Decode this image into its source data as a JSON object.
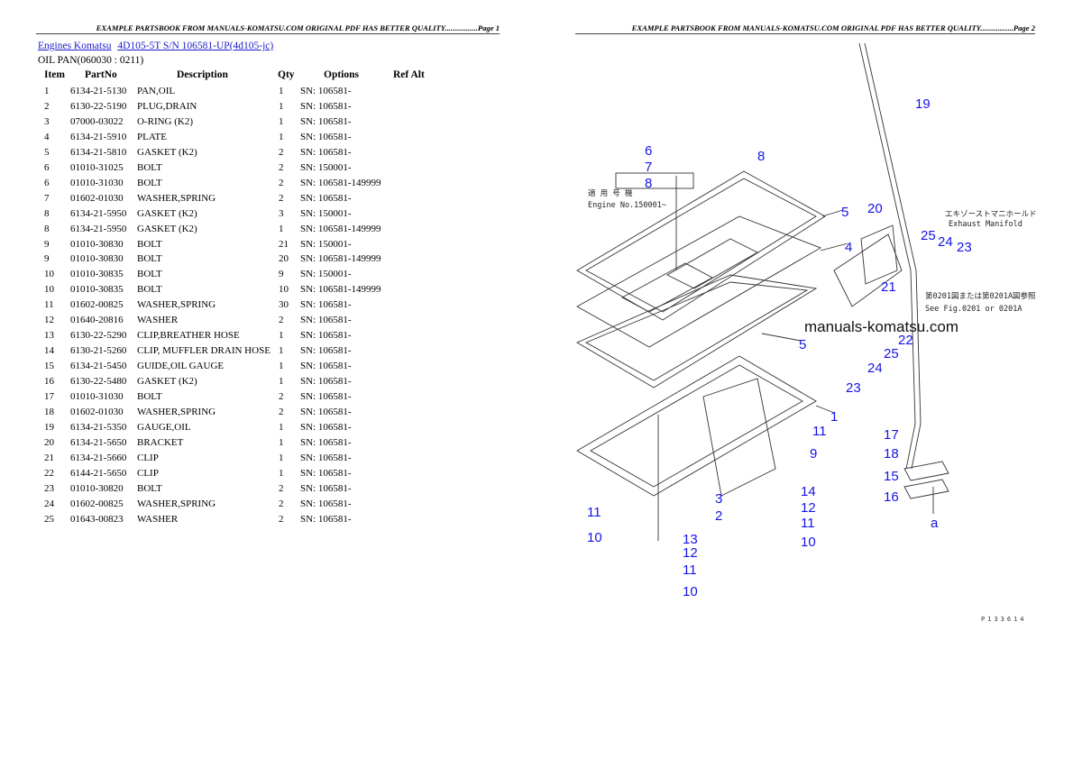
{
  "page1": {
    "header": "EXAMPLE PARTSBOOK FROM MANUALS-KOMATSU.COM ORIGINAL PDF HAS BETTER QUALITY.................Page 1",
    "breadcrumb": [
      "Engines Komatsu",
      "4D105-5T S/N 106581-UP(4d105-jc)"
    ],
    "section": "OIL PAN(060030 : 0211)",
    "columns": {
      "item": "Item",
      "partno": "PartNo",
      "description": "Description",
      "qty": "Qty",
      "options": "Options",
      "refalt": "Ref Alt"
    },
    "rows": [
      [
        "1",
        "6134-21-5130",
        "PAN,OIL",
        "1",
        "SN: 106581-"
      ],
      [
        "2",
        "6130-22-5190",
        "PLUG,DRAIN",
        "1",
        "SN: 106581-"
      ],
      [
        "3",
        "07000-03022",
        "O-RING (K2)",
        "1",
        "SN: 106581-"
      ],
      [
        "4",
        "6134-21-5910",
        "PLATE",
        "1",
        "SN: 106581-"
      ],
      [
        "5",
        "6134-21-5810",
        "GASKET (K2)",
        "2",
        "SN: 106581-"
      ],
      [
        "6",
        "01010-31025",
        "BOLT",
        "2",
        "SN: 150001-"
      ],
      [
        "6",
        "01010-31030",
        "BOLT",
        "2",
        "SN: 106581-149999"
      ],
      [
        "7",
        "01602-01030",
        "WASHER,SPRING",
        "2",
        "SN: 106581-"
      ],
      [
        "8",
        "6134-21-5950",
        "GASKET (K2)",
        "3",
        "SN: 150001-"
      ],
      [
        "8",
        "6134-21-5950",
        "GASKET (K2)",
        "1",
        "SN: 106581-149999"
      ],
      [
        "9",
        "01010-30830",
        "BOLT",
        "21",
        "SN: 150001-"
      ],
      [
        "9",
        "01010-30830",
        "BOLT",
        "20",
        "SN: 106581-149999"
      ],
      [
        "10",
        "01010-30835",
        "BOLT",
        "9",
        "SN: 150001-"
      ],
      [
        "10",
        "01010-30835",
        "BOLT",
        "10",
        "SN: 106581-149999"
      ],
      [
        "11",
        "01602-00825",
        "WASHER,SPRING",
        "30",
        "SN: 106581-"
      ],
      [
        "12",
        "01640-20816",
        "WASHER",
        "2",
        "SN: 106581-"
      ],
      [
        "13",
        "6130-22-5290",
        "CLIP,BREATHER HOSE",
        "1",
        "SN: 106581-"
      ],
      [
        "14",
        "6130-21-5260",
        "CLIP, MUFFLER DRAIN HOSE",
        "1",
        "SN: 106581-"
      ],
      [
        "15",
        "6134-21-5450",
        "GUIDE,OIL GAUGE",
        "1",
        "SN: 106581-"
      ],
      [
        "16",
        "6130-22-5480",
        "GASKET (K2)",
        "1",
        "SN: 106581-"
      ],
      [
        "17",
        "01010-31030",
        "BOLT",
        "2",
        "SN: 106581-"
      ],
      [
        "18",
        "01602-01030",
        "WASHER,SPRING",
        "2",
        "SN: 106581-"
      ],
      [
        "19",
        "6134-21-5350",
        "GAUGE,OIL",
        "1",
        "SN: 106581-"
      ],
      [
        "20",
        "6134-21-5650",
        "BRACKET",
        "1",
        "SN: 106581-"
      ],
      [
        "21",
        "6134-21-5660",
        "CLIP",
        "1",
        "SN: 106581-"
      ],
      [
        "22",
        "6144-21-5650",
        "CLIP",
        "1",
        "SN: 106581-"
      ],
      [
        "23",
        "01010-30820",
        "BOLT",
        "2",
        "SN: 106581-"
      ],
      [
        "24",
        "01602-00825",
        "WASHER,SPRING",
        "2",
        "SN: 106581-"
      ],
      [
        "25",
        "01643-00823",
        "WASHER",
        "2",
        "SN: 106581-"
      ]
    ]
  },
  "page2": {
    "header": "EXAMPLE PARTSBOOK FROM MANUALS-KOMATSU.COM ORIGINAL PDF HAS BETTER QUALITY.................Page 2",
    "diagram": {
      "callouts": [
        "19",
        "6",
        "8",
        "7",
        "8",
        "5",
        "20",
        "25",
        "24",
        "23",
        "4",
        "21",
        "5",
        "22",
        "25",
        "24",
        "23",
        "1",
        "11",
        "9",
        "17",
        "18",
        "15",
        "16",
        "a",
        "3",
        "2",
        "14",
        "12",
        "11",
        "10",
        "11",
        "10",
        "13",
        "12",
        "11",
        "10"
      ],
      "note_engine_jp": "適 用 号 機",
      "note_engine": "Engine No.150001~",
      "note_manifold_jp": "エキゾーストマニホールド",
      "note_manifold": "Exhaust Manifold",
      "note_fig_jp": "第0201図または第0201A図参照",
      "note_fig": "See Fig.0201 or 0201A",
      "watermark": "manuals-komatsu.com",
      "figure_code": "P133614"
    }
  }
}
